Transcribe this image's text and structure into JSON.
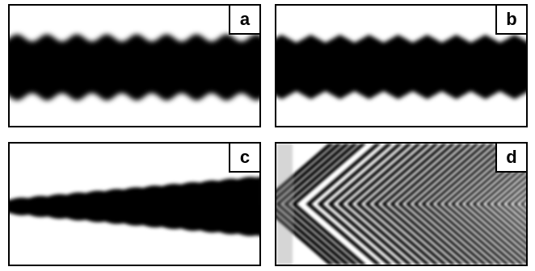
{
  "panels": [
    {
      "id": "a",
      "label": "a",
      "pattern": "wavy-band"
    },
    {
      "id": "b",
      "label": "b",
      "pattern": "wavy-band-zigzag"
    },
    {
      "id": "c",
      "label": "c",
      "pattern": "widening-wedge"
    },
    {
      "id": "d",
      "label": "d",
      "pattern": "chevron-fringes"
    }
  ],
  "colors": {
    "ink": "#000000",
    "paper": "#ffffff"
  }
}
